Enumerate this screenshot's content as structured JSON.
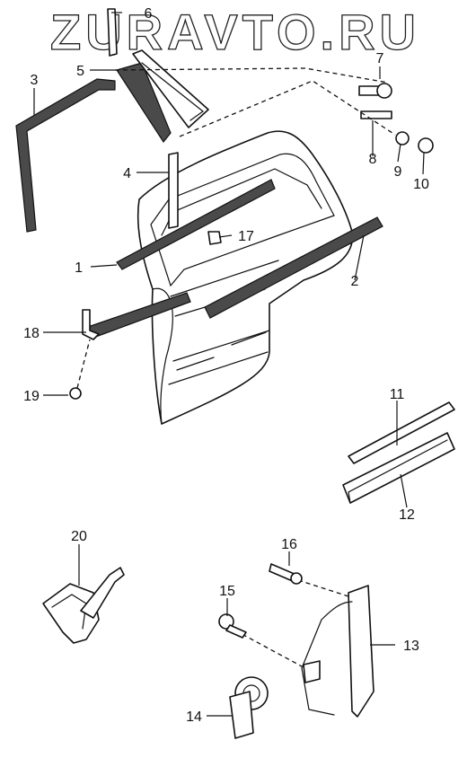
{
  "watermark": "ZURAVTO.RU",
  "callouts": [
    "1",
    "2",
    "3",
    "4",
    "5",
    "6",
    "7",
    "8",
    "9",
    "10",
    "11",
    "12",
    "13",
    "14",
    "15",
    "16",
    "17",
    "18",
    "19",
    "20"
  ]
}
